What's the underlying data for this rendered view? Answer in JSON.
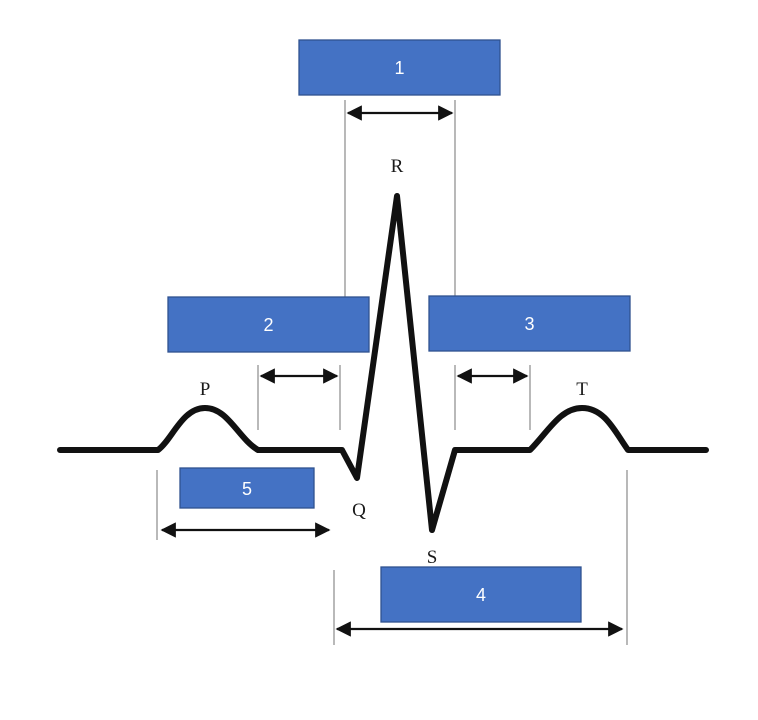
{
  "wave_labels": {
    "p": "P",
    "q": "Q",
    "r": "R",
    "s": "S",
    "t": "T"
  },
  "boxes": [
    "1",
    "2",
    "3",
    "4",
    "5"
  ],
  "colors": {
    "box_fill": "#4472c4",
    "box_border": "#2f528f",
    "wave": "#111111",
    "guide": "#8a8a8a"
  }
}
